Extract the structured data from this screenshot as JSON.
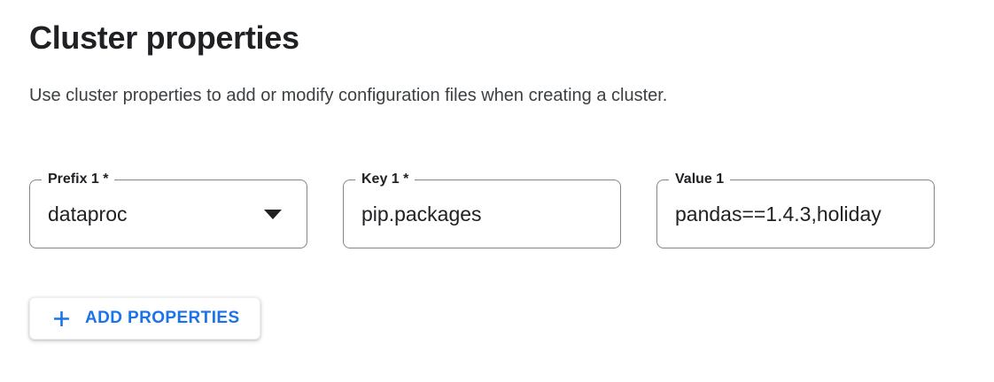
{
  "header": {
    "title": "Cluster properties",
    "description": "Use cluster properties to add or modify configuration files when creating a cluster."
  },
  "property_row": {
    "prefix": {
      "label": "Prefix 1 *",
      "value": "dataproc"
    },
    "key": {
      "label": "Key 1 *",
      "value": "pip.packages"
    },
    "value": {
      "label": "Value 1",
      "value": "pandas==1.4.3,holiday"
    }
  },
  "buttons": {
    "add_properties": "ADD PROPERTIES"
  },
  "icons": {
    "dropdown_caret": "caret-down-icon",
    "plus": "plus-icon"
  },
  "colors": {
    "accent_blue": "#1a73e8",
    "text_primary": "#202124",
    "text_secondary": "#3c4043",
    "field_border": "#80868b",
    "background": "#ffffff"
  }
}
